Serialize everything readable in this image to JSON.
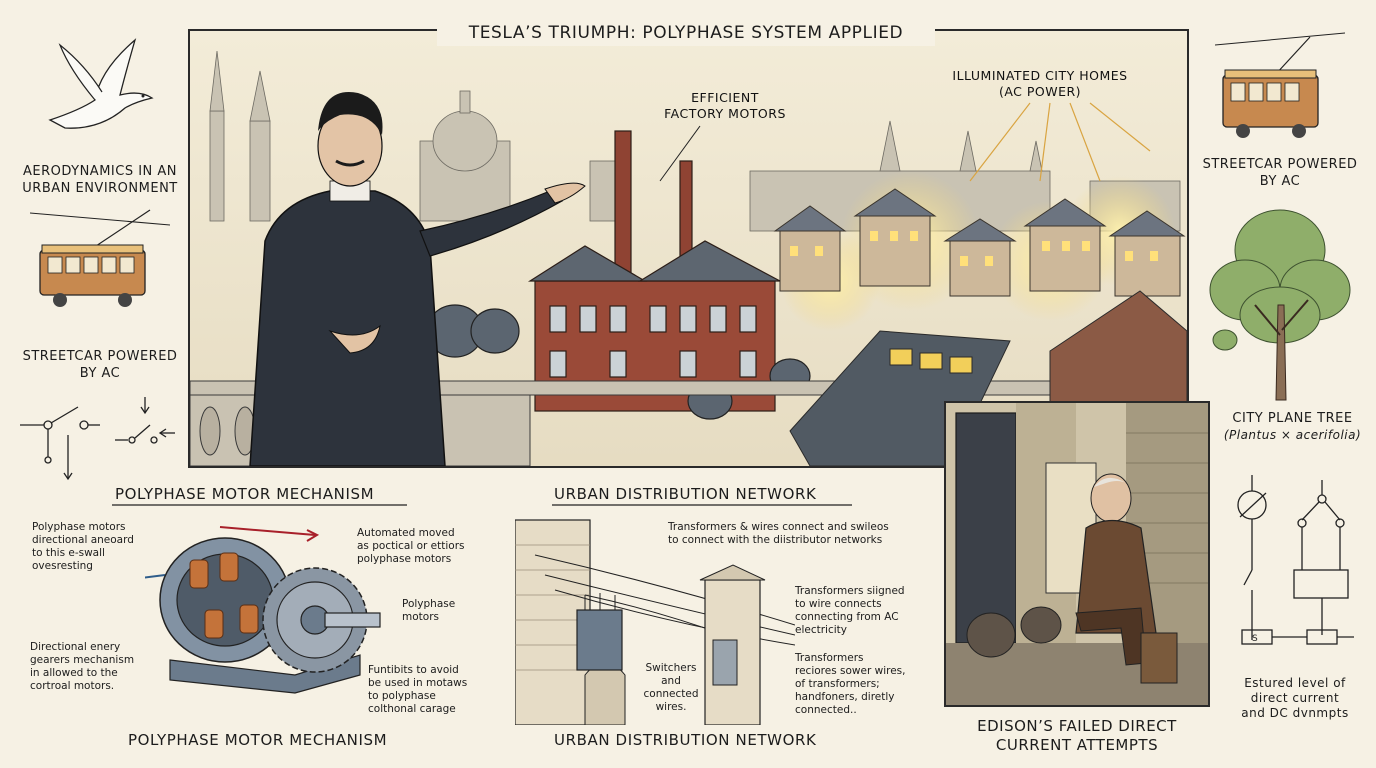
{
  "title": "TESLA’S TRIUMPH: POLYPHASE SYSTEM APPLIED",
  "scene_labels": {
    "factory": [
      "EFFICIENT",
      "FACTORY MOTORS"
    ],
    "homes": [
      "ILLUMINATED CITY HOMES",
      "(AC POWER)"
    ]
  },
  "left_panel": {
    "bird_caption": [
      "AERODYNAMICS IN AN",
      "URBAN ENVIRONMENT"
    ],
    "streetcar_caption": [
      "STREETCAR POWERED",
      "BY AC"
    ]
  },
  "right_panel": {
    "streetcar_caption": [
      "STREETCAR POWERED",
      "BY AC"
    ],
    "tree_caption": "CITY PLANE TREE",
    "tree_latin": "(Plantus × acerifolia)",
    "circuit_caption": [
      "Estured level of",
      "direct current",
      "and DC dvnmpts"
    ]
  },
  "motor_section": {
    "heading": "POLYPHASE MOTOR MECHANISM",
    "footer": "POLYPHASE MOTOR MECHANISM",
    "notes": {
      "left_top": [
        "Polyphase motors",
        "directional aneoard",
        "to this e-swall",
        "ovesresting"
      ],
      "left_bottom": [
        "Directional enery",
        "gearers mechanism",
        "in allowed to the",
        "cortroal motors."
      ],
      "right_top": [
        "Automated moved",
        "as poctical or ettiors",
        "polyphase motors"
      ],
      "right_mid": [
        "Polyphase",
        "motors"
      ],
      "right_bottom": [
        "Funtibits to avoid",
        "be used in motaws",
        "to polyphase",
        "colthonal carage"
      ]
    }
  },
  "network_section": {
    "heading": "URBAN DISTRIBUTION NETWORK",
    "footer": "URBAN DISTRIBUTION NETWORK",
    "notes": {
      "top": [
        "Transformers & wires connect and swileos",
        "to connect with the diistributor networks"
      ],
      "right_top": [
        "Transformers siigned",
        "to wire connects",
        "connecting from AC",
        "electricity"
      ],
      "right_bottom": [
        "Transformers",
        "reciores sower wires,",
        "of transformers;",
        "handfoners, diretly",
        "connected.."
      ],
      "left": [
        "Switchers",
        "and",
        "connected",
        "wires."
      ]
    }
  },
  "edison_section": {
    "caption": [
      "EDISON’S FAILED DIRECT",
      "CURRENT ATTEMPTS"
    ]
  },
  "colors": {
    "paper": "#f6f1e4",
    "ink": "#1c1c1c",
    "brick": "#9a4a38",
    "copper": "#c4733a",
    "steel": "#6b7b8c",
    "arrow_red": "#a8202a",
    "arrow_blue": "#2f5d8a",
    "glow": "#f4d87a"
  }
}
